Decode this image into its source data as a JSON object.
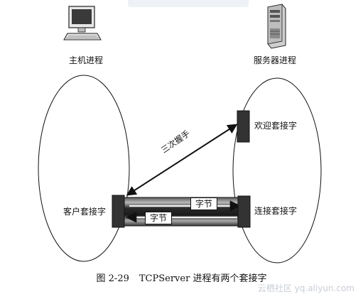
{
  "nodes": {
    "host": {
      "label": "主机进程",
      "icon": "desktop-computer-icon"
    },
    "server": {
      "label": "服务器进程",
      "icon": "server-tower-icon"
    },
    "welcome_socket": {
      "label": "欢迎套接字"
    },
    "client_socket": {
      "label": "客户套接字"
    },
    "connection_socket": {
      "label": "连接套接字"
    }
  },
  "edges": {
    "handshake": {
      "label": "三次握手"
    },
    "byte_to_server": {
      "label": "字节"
    },
    "byte_to_client": {
      "label": "字节"
    }
  },
  "caption": {
    "figure_number": "图 2-29",
    "text": "TCPServer 进程有两个套接字"
  },
  "watermark": "云栖社区 yq.aliyun.com",
  "colors": {
    "line": "#111111",
    "socket_fill": "#333333",
    "pipe_dark": "#1a1a1a",
    "pipe_mid": "#9a9a9a"
  }
}
